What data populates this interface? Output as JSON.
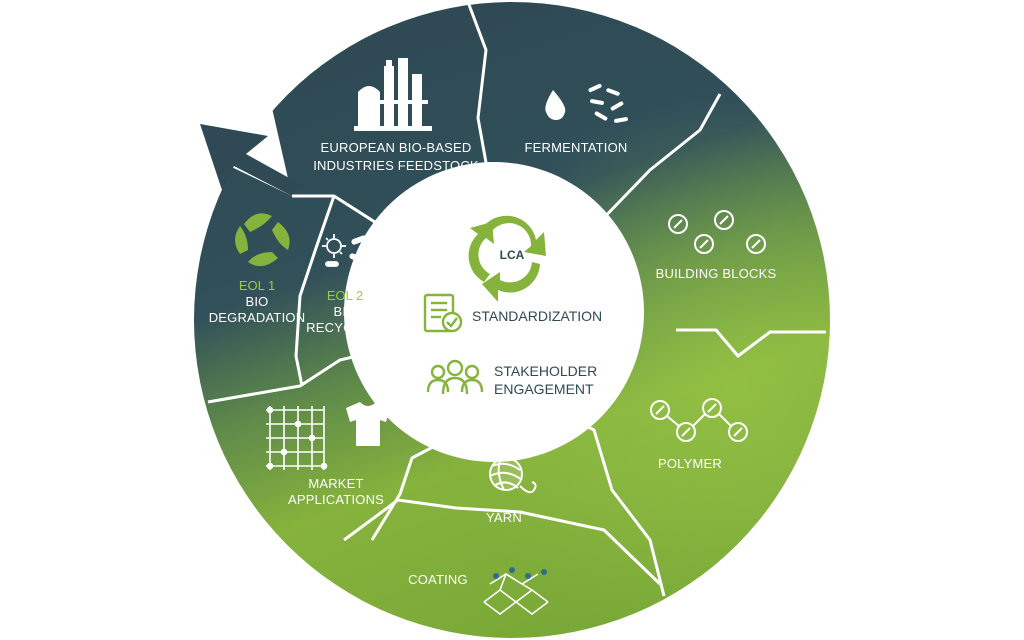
{
  "colors": {
    "dark": "#2f4a55",
    "mid": "#4f6f55",
    "green": "#86b33c",
    "light_green": "#9ccc3a",
    "divider": "#ffffff"
  },
  "center": {
    "lca": "LCA",
    "standardization": "STANDARDIZATION",
    "stakeholder_line1": "STAKEHOLDER",
    "stakeholder_line2": "ENGAGEMENT"
  },
  "segments": {
    "feedstock": {
      "line1": "EUROPEAN BIO-BASED",
      "line2": "INDUSTRIES FEEDSTOCK",
      "icon": "factory-icon"
    },
    "fermentation": {
      "label": "FERMENTATION",
      "icon": "droplet-bacteria-icon"
    },
    "building_blocks": {
      "label": "BUILDING BLOCKS",
      "icon": "leaf-molecules-icon"
    },
    "polymer": {
      "label": "POLYMER",
      "icon": "leaf-chain-icon"
    },
    "yarn": {
      "label": "YARN",
      "icon": "yarn-ball-icon"
    },
    "coating": {
      "label": "COATING",
      "icon": "coating-mesh-icon"
    },
    "market": {
      "line1": "MARKET",
      "line2": "APPLICATIONS",
      "icon": "fabric-shirt-icon"
    },
    "eol1": {
      "tag": "EOL 1",
      "line1": "BIO",
      "line2": "DEGRADATION",
      "icon": "recycle-leaves-icon"
    },
    "eol2": {
      "tag": "EOL 2",
      "line1": "BIO",
      "line2": "RECYCLING",
      "icon": "microbe-icon"
    }
  }
}
